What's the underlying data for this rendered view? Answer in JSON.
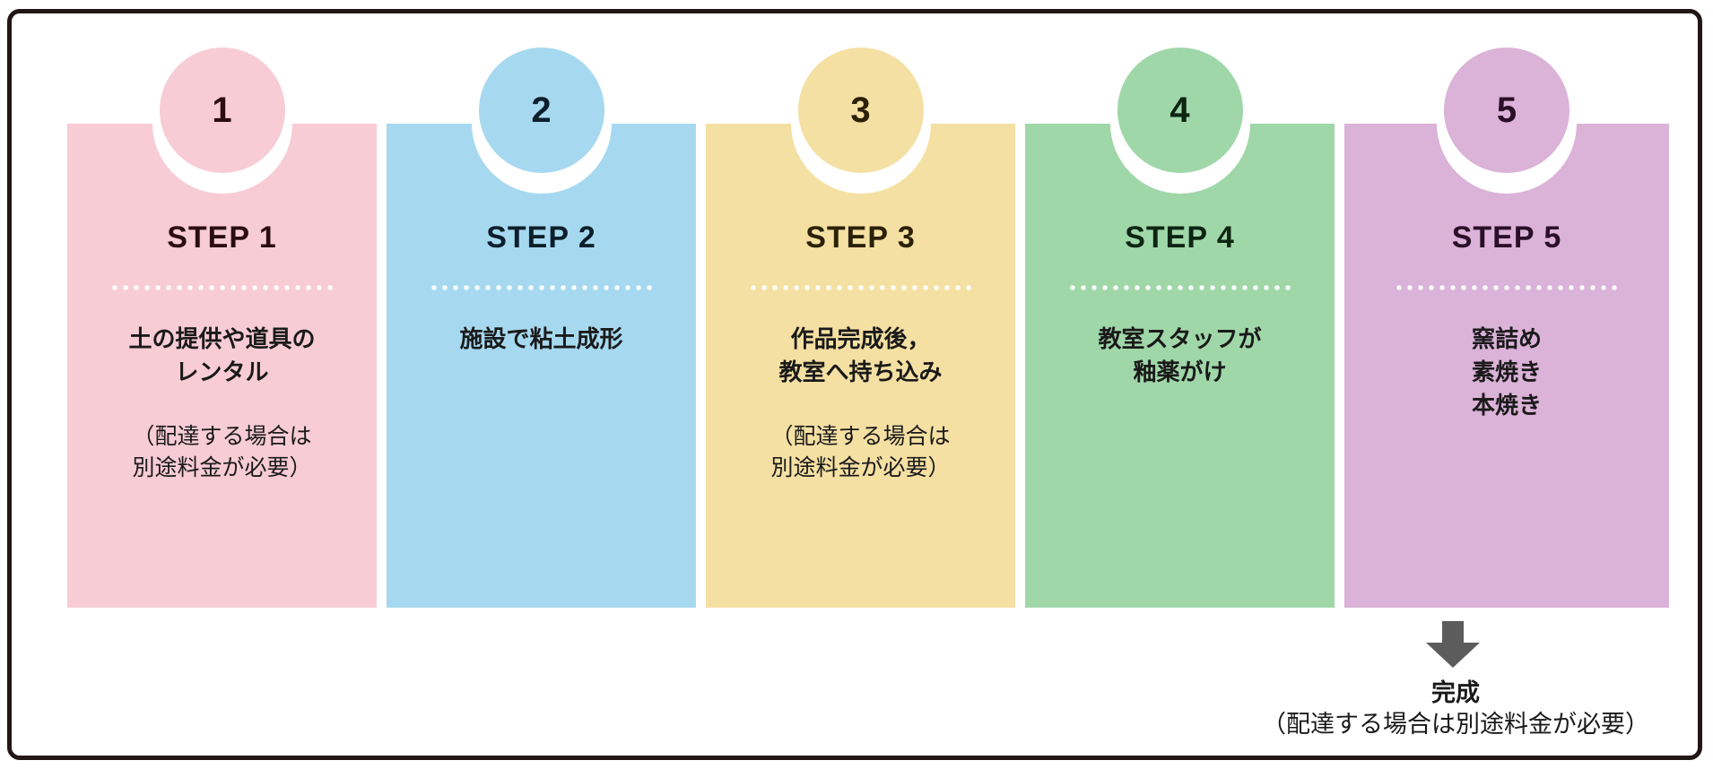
{
  "frame": {
    "border_color": "#221714",
    "background": "#ffffff"
  },
  "steps": [
    {
      "number": "1",
      "title": "STEP 1",
      "body_main": "土の提供や道具の\nレンタル",
      "body_note": "（配達する場合は\n別途料金が必要）",
      "color": "#f8ccd5",
      "number_color": "#2b0d13",
      "title_color": "#2b0d13",
      "dot_color": "#ffffff"
    },
    {
      "number": "2",
      "title": "STEP 2",
      "body_main": "施設で粘土成形",
      "body_note": "",
      "color": "#a6d9f0",
      "number_color": "#0d1f2b",
      "title_color": "#0d1f2b",
      "dot_color": "#ffffff"
    },
    {
      "number": "3",
      "title": "STEP 3",
      "body_main": "作品完成後，\n教室へ持ち込み",
      "body_note": "（配達する場合は\n別途料金が必要）",
      "color": "#f5e0a3",
      "number_color": "#2b2107",
      "title_color": "#2b2107",
      "dot_color": "#ffffff"
    },
    {
      "number": "4",
      "title": "STEP 4",
      "body_main": "教室スタッフが\n釉薬がけ",
      "body_note": "",
      "color": "#a0d7a9",
      "number_color": "#0d2512",
      "title_color": "#0d2512",
      "dot_color": "#ffffff"
    },
    {
      "number": "5",
      "title": "STEP 5",
      "body_main": "窯詰め\n素焼き\n本焼き",
      "body_note": "",
      "color": "#dbb2d8",
      "number_color": "#2a0f28",
      "title_color": "#2a0f28",
      "dot_color": "#ffffff"
    }
  ],
  "arrow": {
    "name": "down-arrow-icon",
    "color": "#5c5c5c"
  },
  "finish": {
    "title": "完成",
    "note": "（配達する場合は別途料金が必要）",
    "color": "#1a1a1a"
  }
}
